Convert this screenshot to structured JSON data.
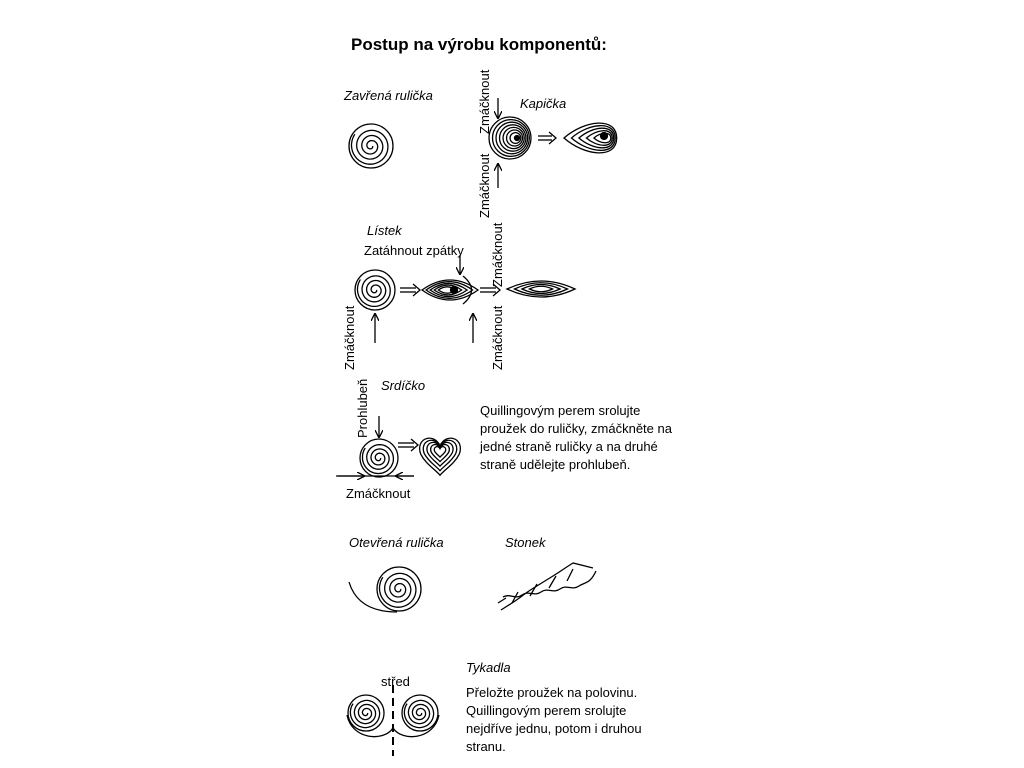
{
  "title": "Postup na výrobu komponentů:",
  "sections": {
    "zavrena": {
      "label": "Zavřená rulička"
    },
    "kapicka": {
      "label": "Kapička",
      "press_top": "Zmáčknout",
      "press_bottom": "Zmáčknout"
    },
    "listek": {
      "label": "Lístek",
      "pull_back": "Zatáhnout zpátky",
      "press_left": "Zmáčknout",
      "press_top": "Zmáčknout",
      "press_bottom": "Zmáčknout"
    },
    "srdicko": {
      "label": "Srdíčko",
      "dent": "Prohlubeň",
      "press": "Zmáčknout",
      "instructions": [
        "Quillingovým perem srolujte",
        "proužek do ruličky, zmáčkněte na",
        "jedné straně ruličky a na druhé",
        "straně udělejte prohlubeň."
      ]
    },
    "otevrena": {
      "label": "Otevřená rulička"
    },
    "stonek": {
      "label": "Stonek"
    },
    "tykadla": {
      "label": "Tykadla",
      "center": "střed",
      "instructions": [
        "Přeložte proužek na polovinu.",
        "Quillingovým perem srolujte",
        "nejdříve jednu, potom i druhou",
        "stranu."
      ]
    }
  }
}
